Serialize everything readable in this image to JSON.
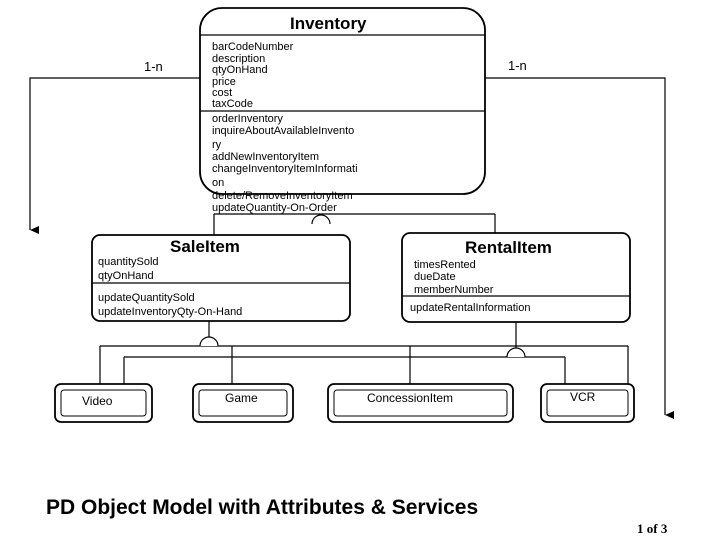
{
  "diagram": {
    "inventory": {
      "name": "Inventory",
      "attributes": [
        "barCodeNumber",
        "description",
        "qtyOnHand",
        "price",
        "cost",
        "taxCode"
      ],
      "services": [
        "orderInventory",
        "inquireAboutAvailableInvento",
        "ry",
        "addNewInventoryItem",
        "changeInventoryItemInformati",
        "on",
        "delete/RemoveInventoryItem",
        "updateQuantity-On-Order"
      ]
    },
    "sale_item": {
      "name": "SaleItem",
      "attributes": [
        "quantitySold",
        "qtyOnHand"
      ],
      "services": [
        "updateQuantitySold",
        "updateInventoryQty-On-Hand"
      ]
    },
    "rental_item": {
      "name": "RentalItem",
      "attributes": [
        "timesRented",
        "dueDate",
        "memberNumber"
      ],
      "services": [
        "updateRentalInformation"
      ]
    },
    "subclasses": [
      "Video",
      "Game",
      "ConcessionItem",
      "VCR"
    ],
    "multiplicity_left": "1-n",
    "multiplicity_right": "1-n"
  },
  "footer": {
    "title": "PD Object Model with Attributes & Services",
    "page": "1 of 3"
  }
}
